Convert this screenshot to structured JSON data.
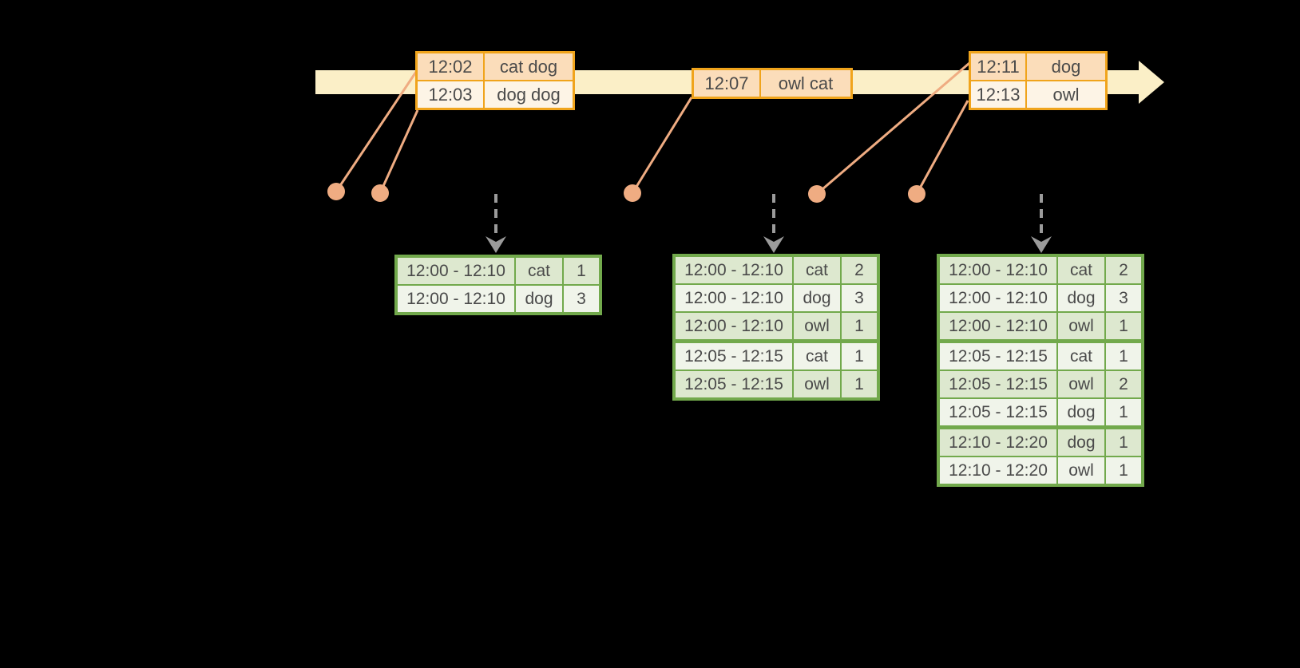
{
  "diagram_title": "windowed word-count streaming diagram",
  "colors": {
    "background": "#000000",
    "timeline_fill": "#fbefc7",
    "event_table_border": "#f0a41c",
    "event_row_peach": "#fbddba",
    "event_row_cream": "#fdf4e6",
    "connector_salmon": "#efac82",
    "result_table_border": "#72a94c",
    "result_row_green": "#dde8cf",
    "result_row_light": "#f0f4ea",
    "trigger_arrow_gray": "#9b9b9b",
    "table_text": "#4a4a4a"
  },
  "event_tables": [
    {
      "rows": [
        {
          "time": "12:02",
          "words": "cat dog"
        },
        {
          "time": "12:03",
          "words": "dog dog"
        }
      ]
    },
    {
      "rows": [
        {
          "time": "12:07",
          "words": "owl cat"
        }
      ]
    },
    {
      "rows": [
        {
          "time": "12:11",
          "words": "dog"
        },
        {
          "time": "12:13",
          "words": "owl"
        }
      ]
    }
  ],
  "result_tables": [
    {
      "rows": [
        {
          "window": "12:00 - 12:10",
          "word": "cat",
          "count": "1"
        },
        {
          "window": "12:00 - 12:10",
          "word": "dog",
          "count": "3"
        }
      ]
    },
    {
      "rows": [
        {
          "window": "12:00 - 12:10",
          "word": "cat",
          "count": "2"
        },
        {
          "window": "12:00 - 12:10",
          "word": "dog",
          "count": "3"
        },
        {
          "window": "12:00 - 12:10",
          "word": "owl",
          "count": "1"
        },
        {
          "window": "12:05 - 12:15",
          "word": "cat",
          "count": "1"
        },
        {
          "window": "12:05 - 12:15",
          "word": "owl",
          "count": "1"
        }
      ]
    },
    {
      "rows": [
        {
          "window": "12:00 - 12:10",
          "word": "cat",
          "count": "2"
        },
        {
          "window": "12:00 - 12:10",
          "word": "dog",
          "count": "3"
        },
        {
          "window": "12:00 - 12:10",
          "word": "owl",
          "count": "1"
        },
        {
          "window": "12:05 - 12:15",
          "word": "cat",
          "count": "1"
        },
        {
          "window": "12:05 - 12:15",
          "word": "owl",
          "count": "2"
        },
        {
          "window": "12:05 - 12:15",
          "word": "dog",
          "count": "1"
        },
        {
          "window": "12:10 - 12:20",
          "word": "dog",
          "count": "1"
        },
        {
          "window": "12:10 - 12:20",
          "word": "owl",
          "count": "1"
        }
      ]
    }
  ]
}
